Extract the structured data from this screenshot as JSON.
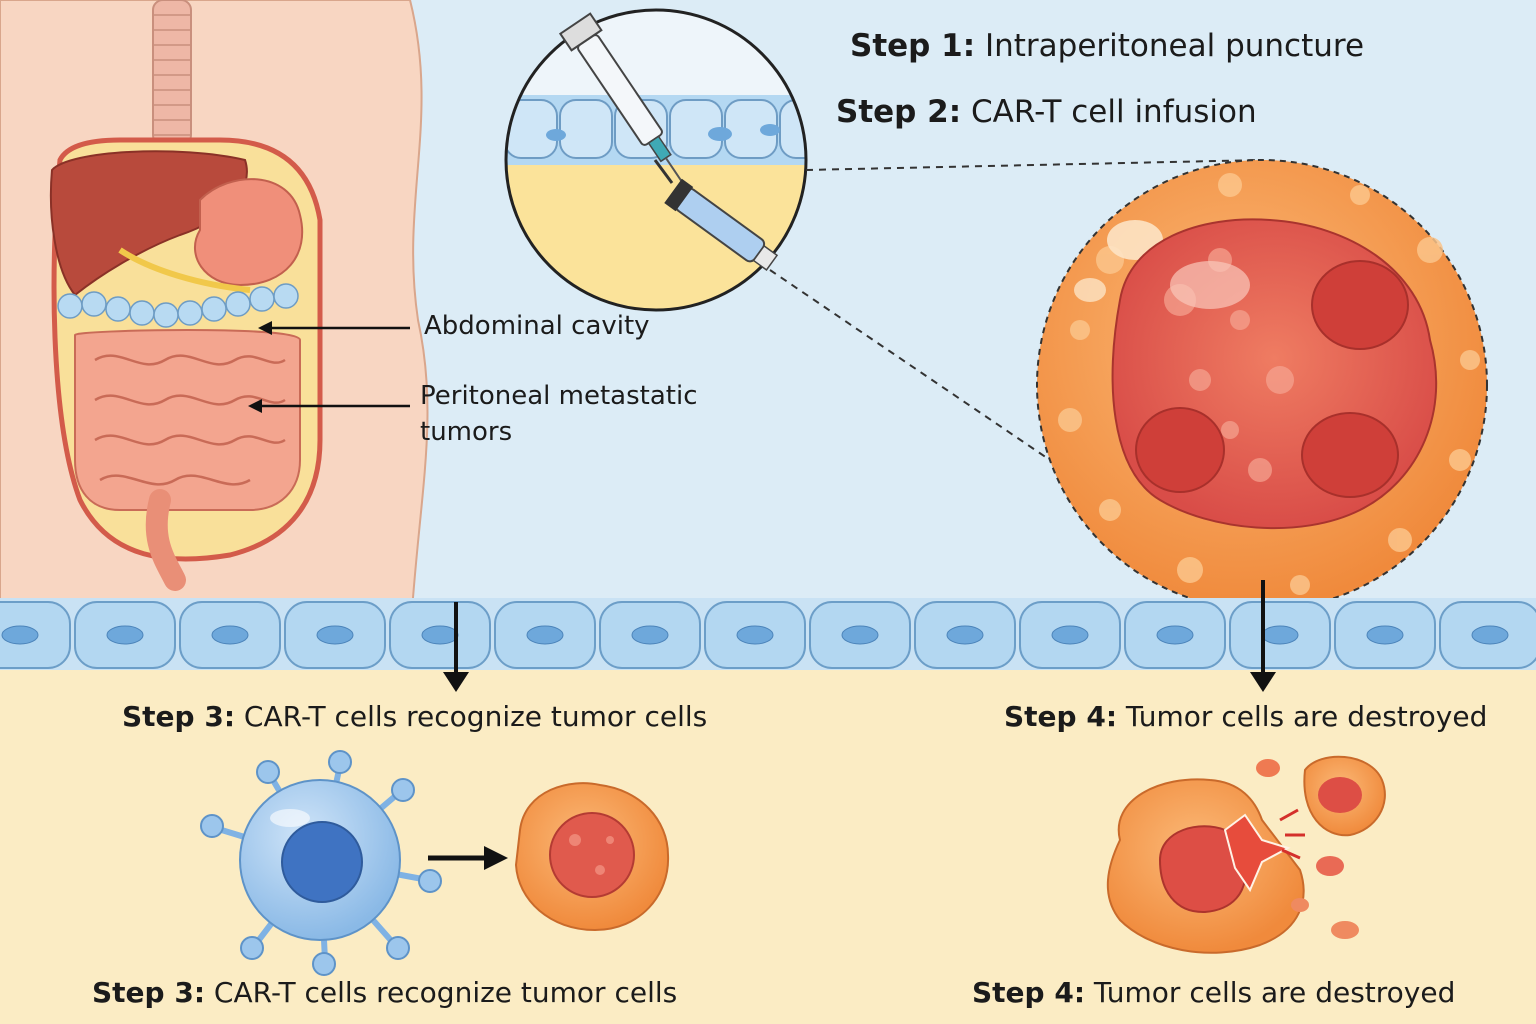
{
  "steps": {
    "step1": {
      "prefix": "Step 1:",
      "text": "Intraperitoneal puncture"
    },
    "step2": {
      "prefix": "Step 2:",
      "text": "CAR-T cell infusion"
    },
    "step3": {
      "prefix": "Step 3:",
      "text": "CAR-T cells recognize tumor cells"
    },
    "step4": {
      "prefix": "Step 4:",
      "text": "Tumor cells are destroyed"
    },
    "step3_caption": {
      "prefix": "Step 3:",
      "text": "CAR-T cells recognize tumor cells"
    },
    "step4_caption": {
      "prefix": "Step 4:",
      "text": "Tumor cells are destroyed"
    }
  },
  "anatomy": {
    "abdominal_cavity": "Abdominal cavity",
    "peritoneal_tumors_line1": "Peritoneal metastatic",
    "peritoneal_tumors_line2": "tumors"
  },
  "colors": {
    "sky": "#dcecf6",
    "sand": "#fbecc4",
    "skin": "#f7d3bd",
    "epithelium": "#a9d2ee",
    "tumor_orange": "#f5964a",
    "tumor_red": "#e0534e",
    "car_t_blue": "#7fb2e4"
  }
}
